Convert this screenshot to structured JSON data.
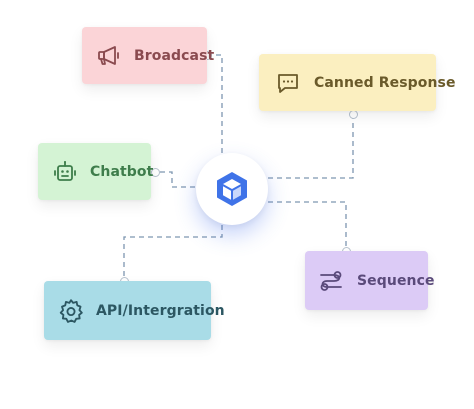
{
  "hub": {
    "icon": "cube-logo-icon",
    "accent": "#3f73e8"
  },
  "connector_color": "#7e96b0",
  "cards": {
    "broadcast": {
      "label": "Broadcast",
      "icon": "megaphone-icon",
      "bg": "#fbd4d7",
      "fg": "#8a4a4f"
    },
    "canned_response": {
      "label": "Canned Response",
      "icon": "chat-dots-icon",
      "bg": "#fbefc0",
      "fg": "#6a5a2a"
    },
    "chatbot": {
      "label": "Chatbot",
      "icon": "robot-icon",
      "bg": "#d4f3d4",
      "fg": "#3e7d4b"
    },
    "sequence": {
      "label": "Sequence",
      "icon": "sequence-flow-icon",
      "bg": "#dccbf6",
      "fg": "#5a4a7a"
    },
    "api_integration": {
      "label": "API/Intergration",
      "icon": "gear-icon",
      "bg": "#a9dce7",
      "fg": "#2c5762"
    }
  }
}
